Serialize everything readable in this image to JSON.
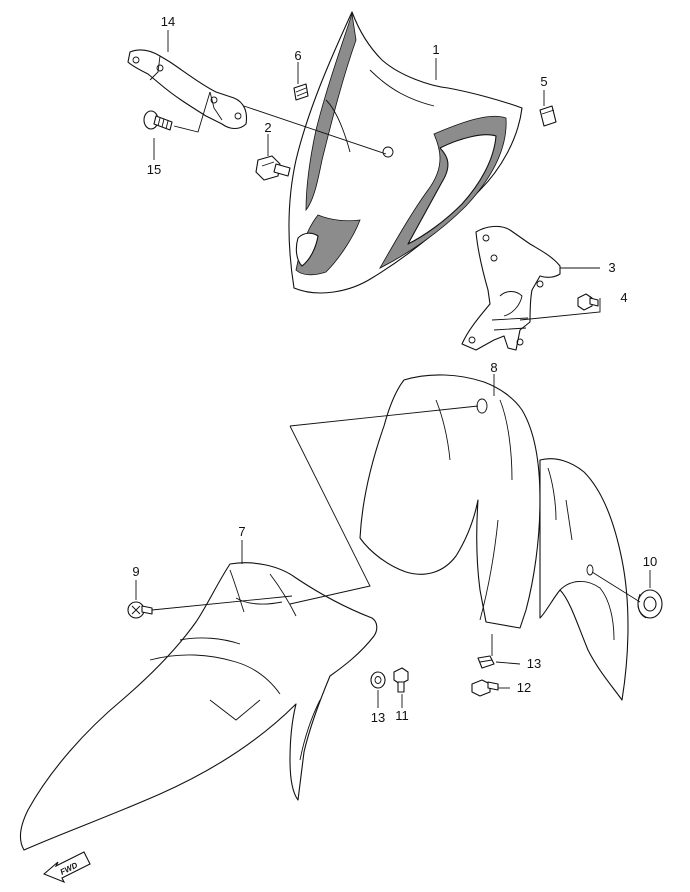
{
  "callouts": {
    "c1": "1",
    "c2": "2",
    "c3": "3",
    "c4": "4",
    "c5": "5",
    "c6": "6",
    "c7": "7",
    "c8": "8",
    "c9": "9",
    "c10": "10",
    "c11": "11",
    "c12": "12",
    "c13a": "13",
    "c13b": "13",
    "c14": "14",
    "c15": "15"
  },
  "fwd_label": "FWD",
  "icons": [
    "fwd-arrow-icon"
  ]
}
